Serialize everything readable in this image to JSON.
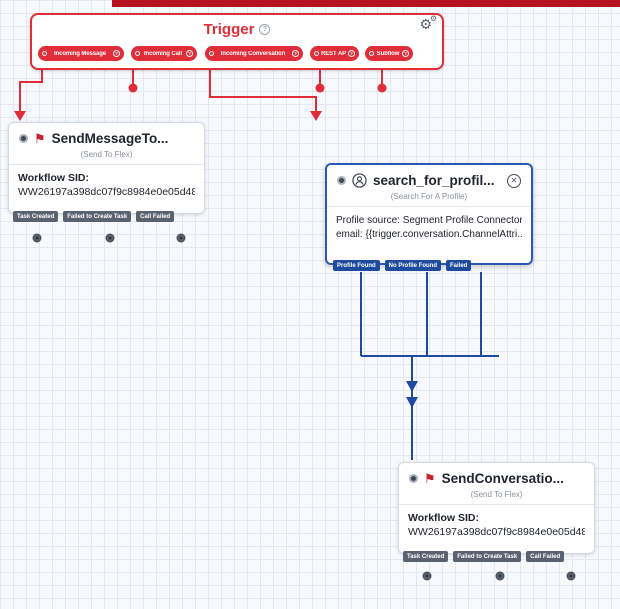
{
  "colors": {
    "accent_red": "#E12D39",
    "topbar_red": "#B5131F",
    "selected_blue": "#2B59B5",
    "wire_blue": "#1E4B9E",
    "transition_gray": "#5A6270"
  },
  "icons": {
    "gear": "⚙",
    "help": "?",
    "close": "✕",
    "flex": "⚑"
  },
  "trigger": {
    "title": "Trigger",
    "pills": [
      {
        "label": "Incoming Message"
      },
      {
        "label": "Incoming Call"
      },
      {
        "label": "Incoming Conversation"
      },
      {
        "label": "REST API"
      },
      {
        "label": "Subflow"
      }
    ]
  },
  "widgets": [
    {
      "title": "SendMessageTo...",
      "type_label": "(Send To Flex)",
      "body_label": "Workflow SID:",
      "body_value": "WW26197a398dc07f9c8984e0e05d48...",
      "transitions": [
        "Task Created",
        "Failed to Create Task",
        "Call Failed"
      ]
    },
    {
      "title": "search_for_profil...",
      "type_label": "(Search For A Profile)",
      "body_line1": "Profile source: Segment Profile Connector",
      "body_line2": "email: {{trigger.conversation.ChannelAttri...",
      "transitions": [
        "Profile Found",
        "No Profile Found",
        "Failed"
      ]
    },
    {
      "title": "SendConversatio...",
      "type_label": "(Send To Flex)",
      "body_label": "Workflow SID:",
      "body_value": "WW26197a398dc07f9c8984e0e05d48...",
      "transitions": [
        "Task Created",
        "Failed to Create Task",
        "Call Failed"
      ]
    }
  ]
}
